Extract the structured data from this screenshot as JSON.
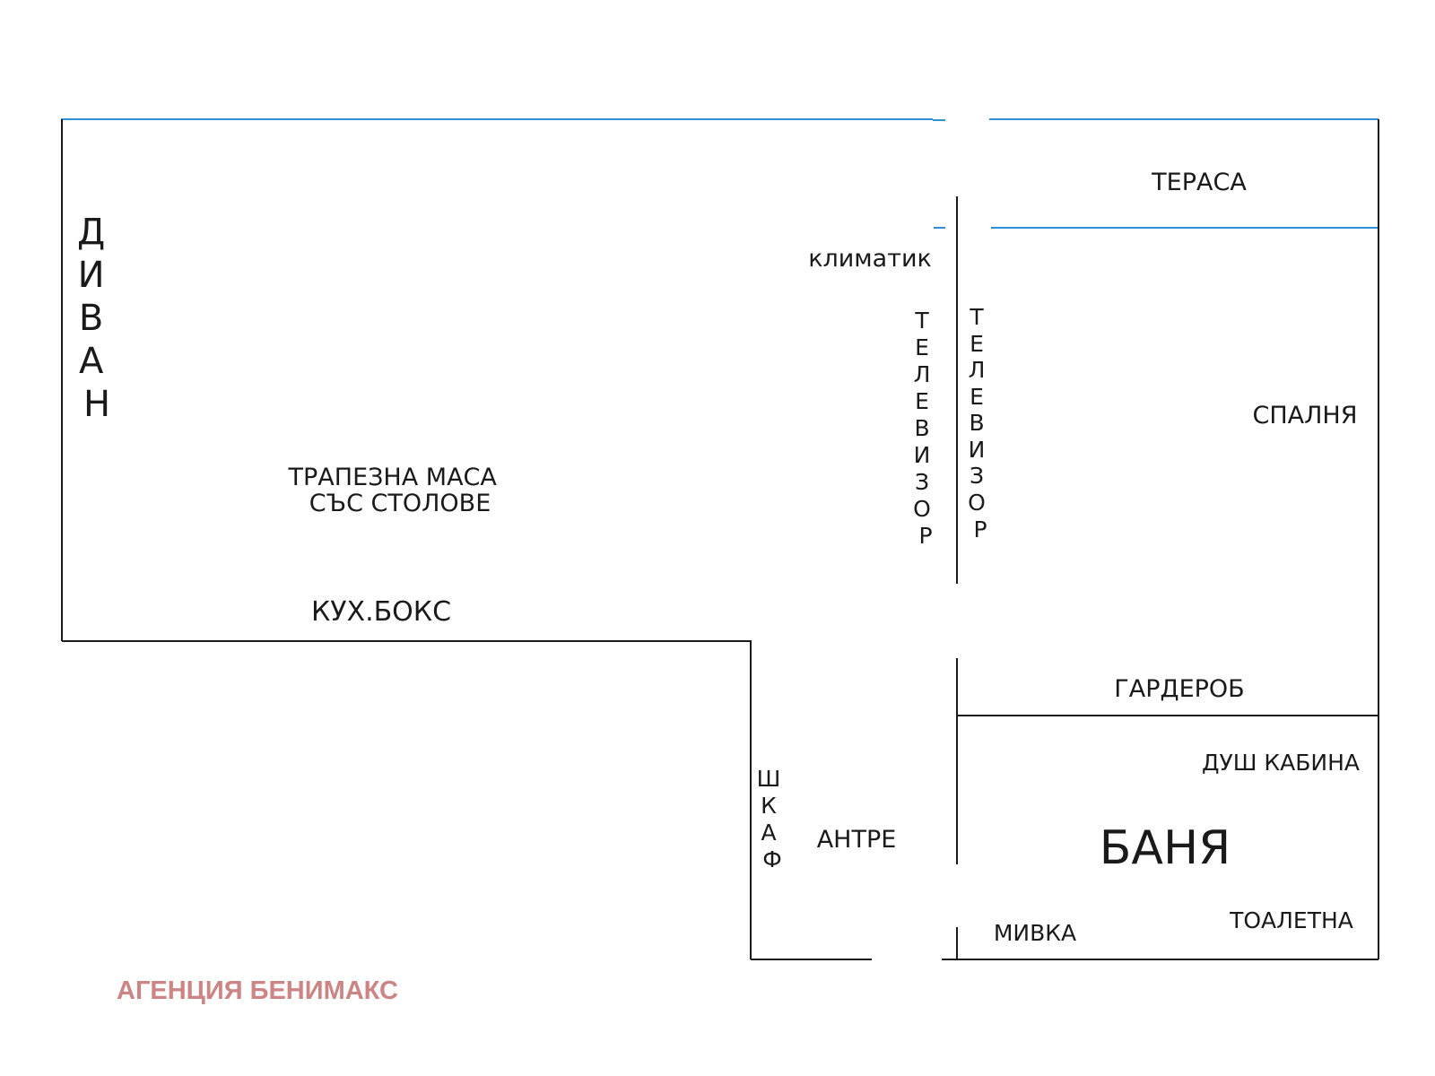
{
  "colors": {
    "wall": "#1a1a1a",
    "window": "#2f8fd8",
    "agency": "#cc8585"
  },
  "rooms": {
    "terrace": "ТЕРАСА",
    "bedroom": "СПАЛНЯ",
    "bathroom": "БАНЯ",
    "entrance": "АНТРЕ"
  },
  "furniture": {
    "sofa_letters": [
      "Д",
      "И",
      "В",
      "А",
      "Н"
    ],
    "dining_table": [
      "ТРАПЕЗНА МАСА",
      "СЪС СТОЛОВЕ"
    ],
    "kitchen_box": "КУХ.БОКС",
    "air_conditioner": "климатик",
    "tv_left_letters": [
      "Т",
      "Е",
      "Л",
      "Е",
      "В",
      "И",
      "З",
      "О",
      "Р"
    ],
    "tv_right_letters": [
      "Т",
      "Е",
      "Л",
      "Е",
      "В",
      "И",
      "З",
      "О",
      "Р"
    ],
    "wardrobe": "ГАРДЕРОБ",
    "shower_cabin": "ДУШ КАБИНА",
    "sink": "МИВКА",
    "toilet": "ТОАЛЕТНА",
    "cupboard_letters": [
      "Ш",
      "К",
      "А",
      "Ф"
    ]
  },
  "agency": "АГЕНЦИЯ БЕНИМАКС"
}
